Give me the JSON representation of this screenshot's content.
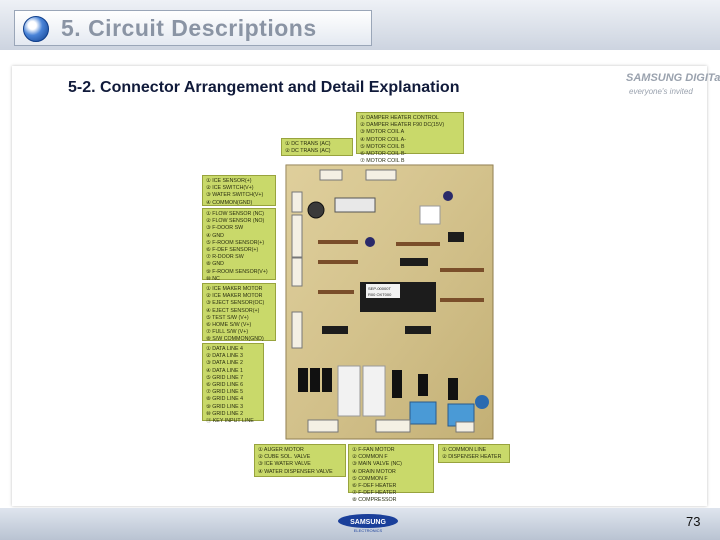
{
  "header": {
    "title": "5. Circuit Descriptions"
  },
  "slide": {
    "subtitle": "5-2. Connector Arrangement and Detail Explanation",
    "brand_logo": {
      "name": "SAMSUNG DIGITall",
      "slogan": "everyone's invited"
    },
    "page_number": "73"
  },
  "footer": {
    "logo_text": "SAMSUNG",
    "logo_subtext": "ELECTRONICS"
  },
  "board": {
    "chip_label": [
      "SEP-00000T",
      "R00 OXT000"
    ]
  },
  "colors": {
    "label_bg": "#c9d96a",
    "board_bg": "#d9c68a",
    "title_gray": "#8a94a4",
    "bullet_blue": "#2c64c0"
  },
  "labels": {
    "top_damper": [
      "① DAMPER HEATER CONTROL",
      "② DAMPER HEATER F90 DC(15V)",
      "③ MOTOR COIL A",
      "④ MOTOR COIL A-",
      "⑤ MOTOR COIL B",
      "⑥ MOTOR COIL B-",
      "⑦ MOTOR COIL B"
    ],
    "dc_trans": [
      "① DC TRANS (AC)",
      "② DC TRANS (AC)"
    ],
    "ice_sensor": [
      "① ICE SENSOR(+)",
      "② ICE SWITCH(V+)",
      "③ WATER SWITCH(V+)",
      "④ COMMON(GND)"
    ],
    "flow_sensor": [
      "① FLOW SENSOR (NC)",
      "② FLOW SENSOR (NO)",
      "③ F-DOOR SW",
      "④ GND",
      "⑤ F-ROOM SENSOR(+)",
      "⑥ F-DEF SENSOR(+)",
      "⑦ R-DOOR SW",
      "⑧ GND",
      "⑨ F-ROOM SENSOR(V+)",
      "⑩ NC"
    ],
    "ice_maker": [
      "① ICE MAKER MOTOR",
      "② ICE MAKER MOTOR",
      "③ EJECT SENSOR(OC)",
      "④ EJECT SENSOR(+)",
      "⑤ TEST S/W (V+)",
      "⑥ HOME S/W (V+)",
      "⑦ FULL S/W (V+)",
      "⑧ S/W COMMON(GND)"
    ],
    "data_line": [
      "① DATA LINE 4",
      "② DATA LINE 3",
      "③ DATA LINE 2",
      "④ DATA LINE 1",
      "⑤ GRID LINE 7",
      "⑥ GRID LINE 6",
      "⑦ GRID LINE 5",
      "⑧ GRID LINE 4",
      "⑨ GRID LINE 3",
      "⑩ GRID LINE 2",
      "⑪ KEY INPUT LINE"
    ],
    "auger": [
      "① AUGER MOTOR",
      "② CUBE SOL. VALVE",
      "③ ICE WATER VALVE",
      "④ WATER DISPENSER VALVE"
    ],
    "fan_motor": [
      "① F-FAN MOTOR",
      "② COMMON F",
      "③ MAIN VALVE (NC)",
      "④ DRAIN MOTOR",
      "⑤ COMMON F",
      "⑥ F-DEF HEATER",
      "⑦ F-DEF HEATER",
      "⑧ COMPRESSOR"
    ],
    "common_line": [
      "① COMMON LINE",
      "② DISPENSER HEATER"
    ]
  }
}
